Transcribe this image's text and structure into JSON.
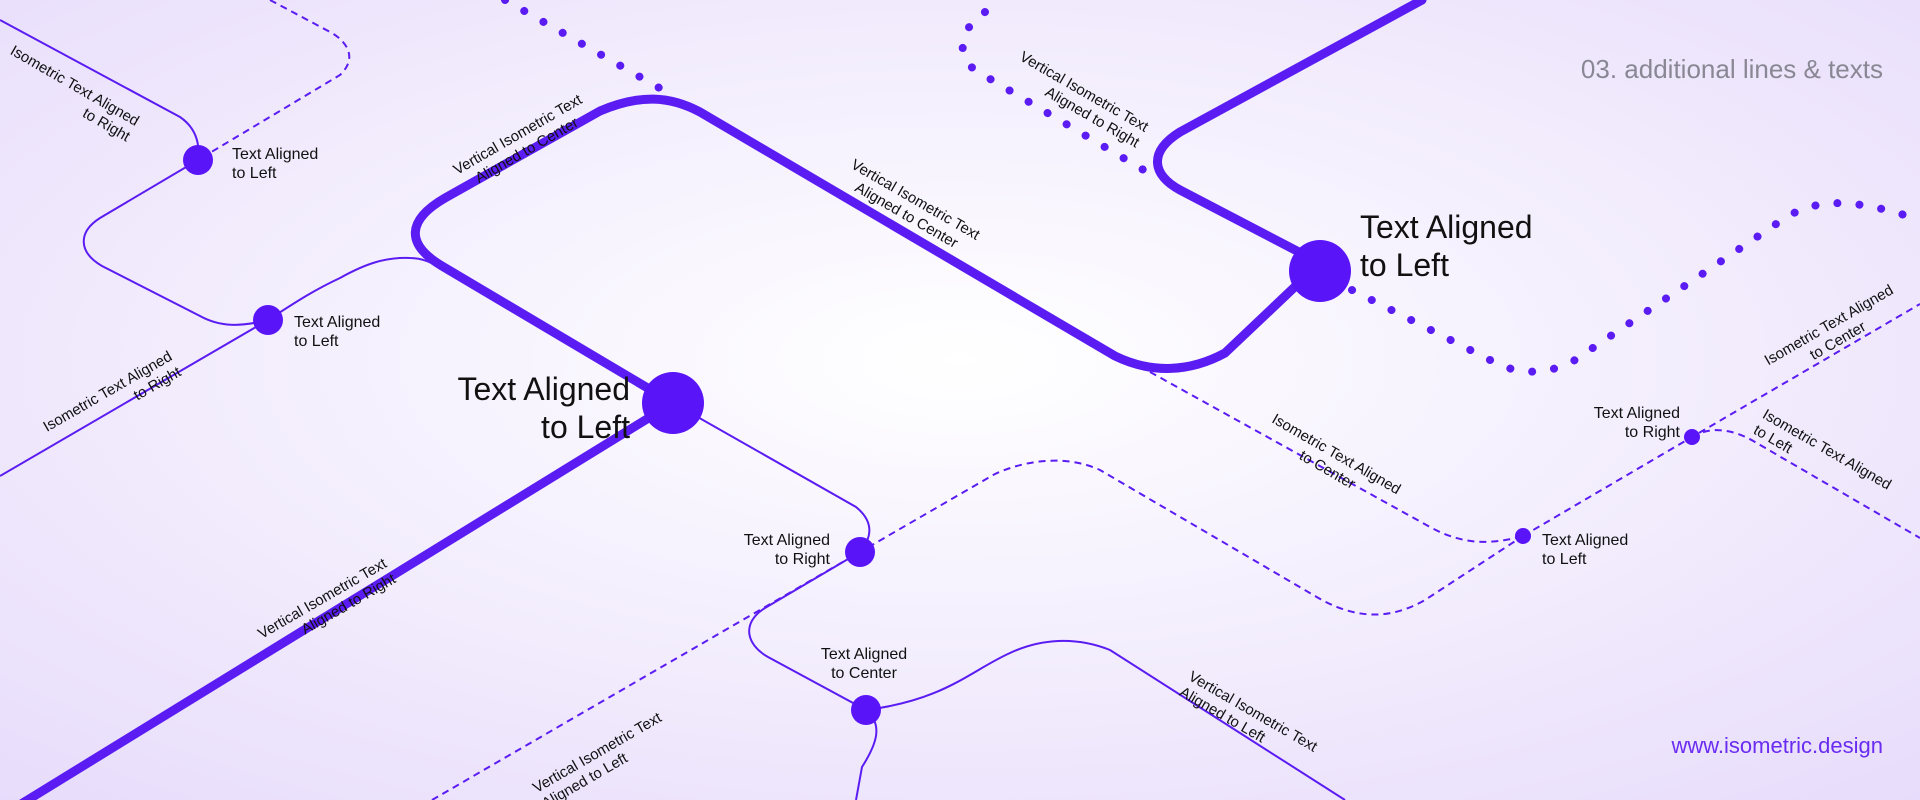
{
  "header": {
    "section_title": "03. additional lines & texts"
  },
  "footer": {
    "website": "www.isometric.design"
  },
  "colors": {
    "line": "#5a1cf2",
    "node": "#5a14f8",
    "text": "#111111",
    "muted": "#8a8794",
    "bg_center": "#ffffff",
    "bg_edge": "#e7dcfb"
  },
  "labels": {
    "iso_tl_right": "Isometric Text Aligned\nto Right",
    "tl_node_left": "Text Aligned\nto Left",
    "vert_center_a": "Vertical Isometric Text\nAligned to Center",
    "mid_node_left": "Text Aligned\nto Left",
    "iso_left_right": "Isometric Text Aligned\nto Right",
    "big_left_a": "Text Aligned\nto Left",
    "vert_center_b": "Vertical Isometric Text\nAligned to Center",
    "vert_right_a": "Vertical Isometric Text\nAligned to Right",
    "big_left_b": "Text Aligned\nto Left",
    "iso_right_center": "Isometric Text Aligned\nto Center",
    "iso_center_mid": "Isometric Text Aligned\nto Center",
    "far_node_right": "Text Aligned\nto Right",
    "iso_far_left": "Isometric Text Aligned\nto Left",
    "right_node_left": "Text Aligned\nto Left",
    "mid_node_right": "Text Aligned\nto Right",
    "vert_right_b": "Vertical Isometric Text\nAligned to Right",
    "center_node": "Text Aligned\nto Center",
    "vert_left_a": "Vertical Isometric Text\nAligned to Left",
    "vert_left_b": "Vertical Isometric Text\nAligned to Left"
  }
}
